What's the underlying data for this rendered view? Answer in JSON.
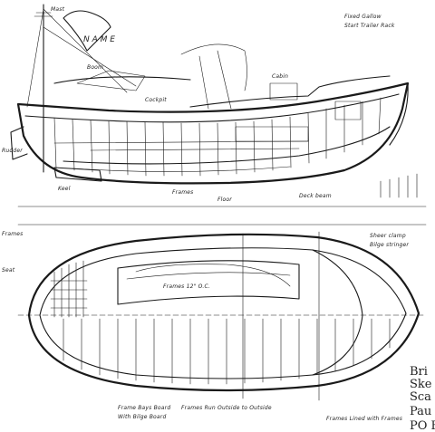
{
  "drawing": {
    "sail_name": "N A M E",
    "labels": {
      "top_right_a": "Fixed Gallow",
      "top_right_b": "Start Trailer Rack",
      "mast": "Mast",
      "rudder": "Rudder",
      "boom": "Boom",
      "cabin": "Cabin",
      "cockpit": "Cockpit",
      "keel": "Keel",
      "frames": "Frames",
      "floor": "Floor",
      "deck_beam": "Deck beam",
      "plan_note_1": "Sheer clamp",
      "plan_note_2": "Bilge stringer",
      "plan_note_3": "Frames 12\" O.C.",
      "bottom_note": "Frames Run Outside to Outside",
      "plan_side_a": "Frames",
      "plan_side_b": "Seat",
      "bottom_left": "Frame Bays Board",
      "bottom_left_2": "With Bilge Board",
      "bottom_right": "Frames Lined with Frames"
    },
    "title_block": {
      "line1": "Bri",
      "line2": "Ske",
      "line3": "Sca",
      "line4": "Pau",
      "line5": "PO B"
    }
  }
}
